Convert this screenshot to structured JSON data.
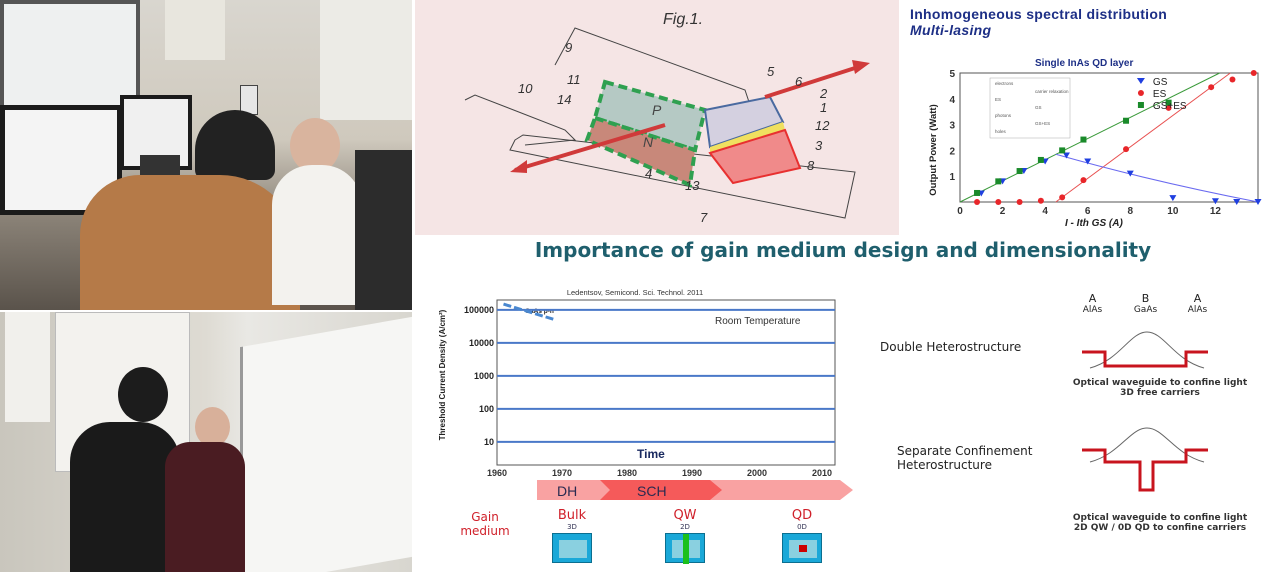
{
  "patent": {
    "fig_label": "Fig.1.",
    "numbers": [
      "9",
      "10",
      "11",
      "14",
      "5",
      "6",
      "2",
      "1",
      "12",
      "3",
      "8",
      "13",
      "4",
      "7"
    ],
    "p_label": "P",
    "n_label": "N"
  },
  "qd_panel": {
    "title": "Inhomogeneous spectral distribution",
    "subtitle": "Multi-lasing"
  },
  "main_title": "Importance of gain medium design and dimensionality",
  "chart_data": [
    {
      "type": "scatter",
      "title": "Single InAs QD layer",
      "xlabel": "I - Ith GS (A)",
      "ylabel": "Output Power (Watt)",
      "xlim": [
        0,
        14
      ],
      "ylim": [
        0,
        5
      ],
      "xticks": [
        "0",
        "2",
        "4",
        "6",
        "8",
        "10",
        "12"
      ],
      "yticks": [
        "1",
        "2",
        "3",
        "4",
        "5"
      ],
      "legend_position": "top-right",
      "inset_labels": [
        "electrons",
        "carrier relaxation",
        "ES",
        "GS",
        "photons",
        "GS+ES",
        "holes"
      ],
      "series": [
        {
          "name": "GS",
          "color": "#1f3fe0",
          "marker": "triangle-down",
          "x": [
            1,
            2,
            3,
            4,
            5,
            6,
            8,
            10,
            12,
            13,
            14
          ],
          "y": [
            0.33,
            0.8,
            1.2,
            1.57,
            1.8,
            1.57,
            1.1,
            0.15,
            0.03,
            0,
            0
          ]
        },
        {
          "name": "ES",
          "color": "#e8262a",
          "marker": "circle",
          "x": [
            0.8,
            1.8,
            2.8,
            3.8,
            4.8,
            5.8,
            7.8,
            9.8,
            11.8,
            12.8,
            13.8
          ],
          "y": [
            0,
            0,
            0,
            0.05,
            0.18,
            0.85,
            2.05,
            3.65,
            4.45,
            4.75,
            5.0
          ]
        },
        {
          "name": "GS+ES",
          "color": "#1a8a2a",
          "marker": "square",
          "x": [
            0.8,
            1.8,
            2.8,
            3.8,
            4.8,
            5.8,
            7.8,
            9.8
          ],
          "y": [
            0.35,
            0.8,
            1.2,
            1.63,
            2.0,
            2.42,
            3.15,
            3.85
          ]
        }
      ]
    },
    {
      "type": "line",
      "title": "Ledentsov, Semicond. Sci. Technol. 2011",
      "ylabel": "Threshold Current Density (A/cm²)",
      "xlabel": "Time",
      "annotation": "Room Temperature",
      "curve_label": "GaAs p-n",
      "xlim": [
        1960,
        2012
      ],
      "xticks": [
        "1960",
        "1970",
        "1980",
        "1990",
        "2000",
        "2010"
      ],
      "yscale": "log",
      "ylim": [
        2,
        200000
      ],
      "yticks": [
        "100000",
        "10000",
        "1000",
        "100",
        "10"
      ],
      "series": [
        {
          "name": "GaAs p-n",
          "x": [
            1961,
            1969
          ],
          "y": [
            150000,
            50000
          ]
        }
      ]
    }
  ],
  "timeline": {
    "labels": [
      "DH",
      "SCH"
    ]
  },
  "gain": {
    "label_line1": "Gain",
    "label_line2": "medium",
    "items": [
      {
        "name": "Bulk",
        "dim": "3D"
      },
      {
        "name": "QW",
        "dim": "2D"
      },
      {
        "name": "QD",
        "dim": "0D"
      }
    ]
  },
  "structures": {
    "top_letters": [
      "A",
      "B",
      "A"
    ],
    "top_materials": [
      "AlAs",
      "GaAs",
      "AlAs"
    ],
    "dh_label": "Double Heterostructure",
    "dh_caption1": "Optical waveguide to confine light",
    "dh_caption2": "3D free carriers",
    "sch_label1": "Separate Confinement",
    "sch_label2": "Heterostructure",
    "sch_caption1": "Optical waveguide to confine light",
    "sch_caption2": "2D QW / 0D QD to confine carriers"
  }
}
